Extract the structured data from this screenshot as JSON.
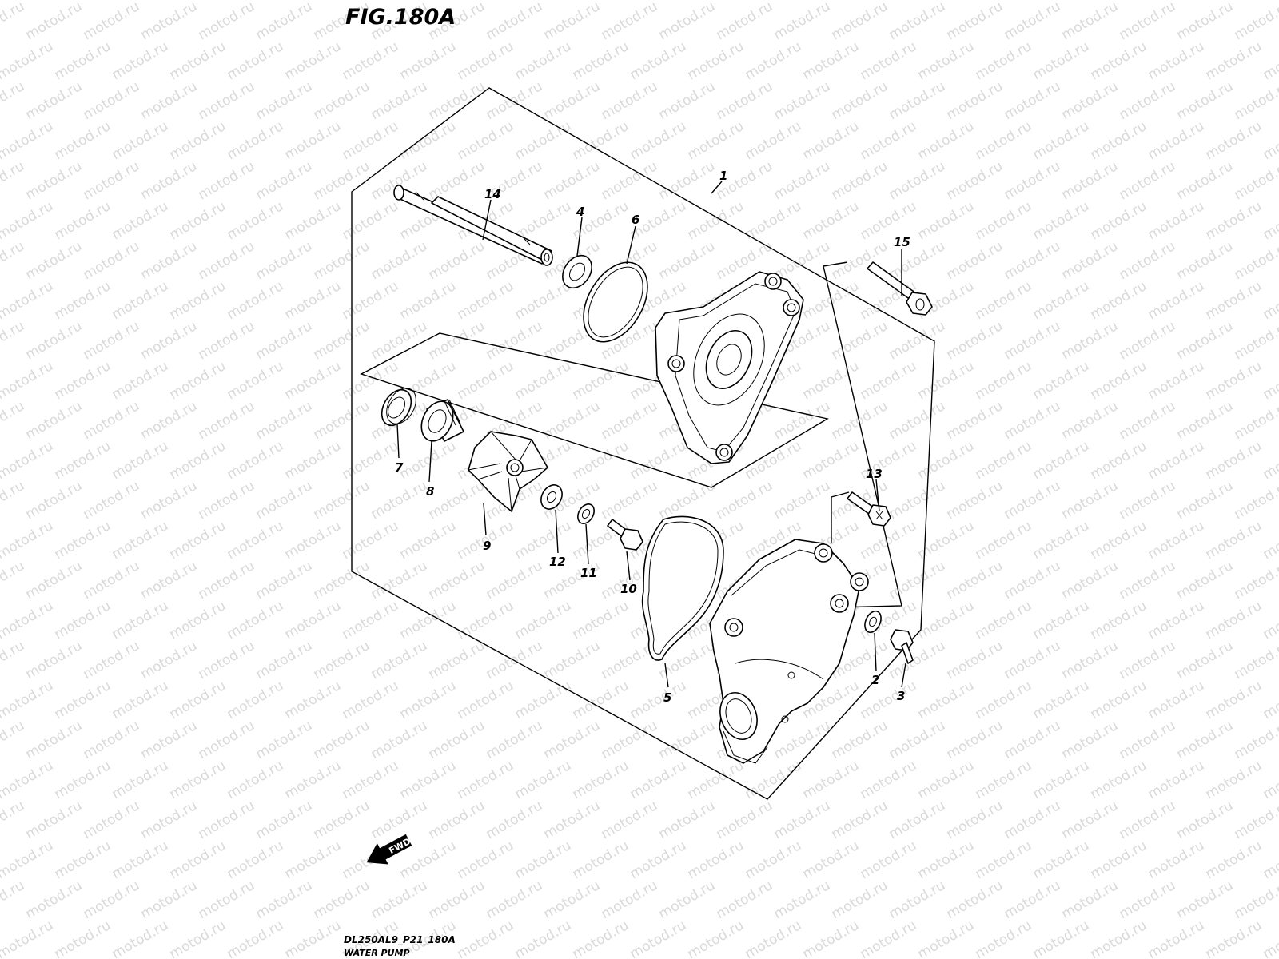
{
  "figure": {
    "title": "FIG.180A",
    "code": "DL250AL9_P21_180A",
    "caption": "WATER PUMP",
    "fwd_label": "FWD"
  },
  "watermark": "motod.ru",
  "callouts": [
    "1",
    "2",
    "3",
    "4",
    "5",
    "6",
    "7",
    "8",
    "9",
    "10",
    "11",
    "12",
    "13",
    "14",
    "15"
  ]
}
